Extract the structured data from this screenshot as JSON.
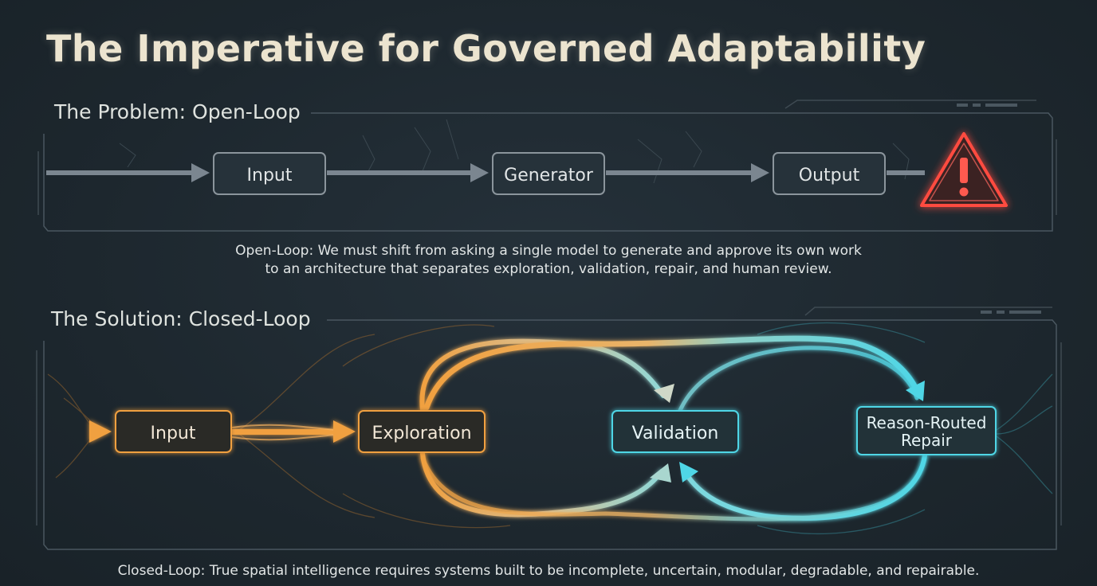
{
  "title": "The Imperative for Governed Adaptability",
  "problem": {
    "heading": "The Problem: Open-Loop",
    "nodes": {
      "input": "Input",
      "generator": "Generator",
      "output": "Output"
    },
    "warning_icon": "warning-triangle-icon",
    "warning_color": "#e8443a",
    "caption_line1": "Open-Loop: We must shift from asking a single model to generate and approve its own work",
    "caption_line2": "to an architecture that separates exploration, validation, repair, and human review."
  },
  "solution": {
    "heading": "The Solution: Closed-Loop",
    "nodes": {
      "input": "Input",
      "exploration": "Exploration",
      "validation": "Validation",
      "repair_line1": "Reason-Routed",
      "repair_line2": "Repair"
    },
    "colors": {
      "orange": "#f0a040",
      "cyan": "#4fd6e6"
    },
    "caption": "Closed-Loop: True spatial intelligence requires systems built to be incomplete, uncertain, modular, degradable, and repairable."
  }
}
